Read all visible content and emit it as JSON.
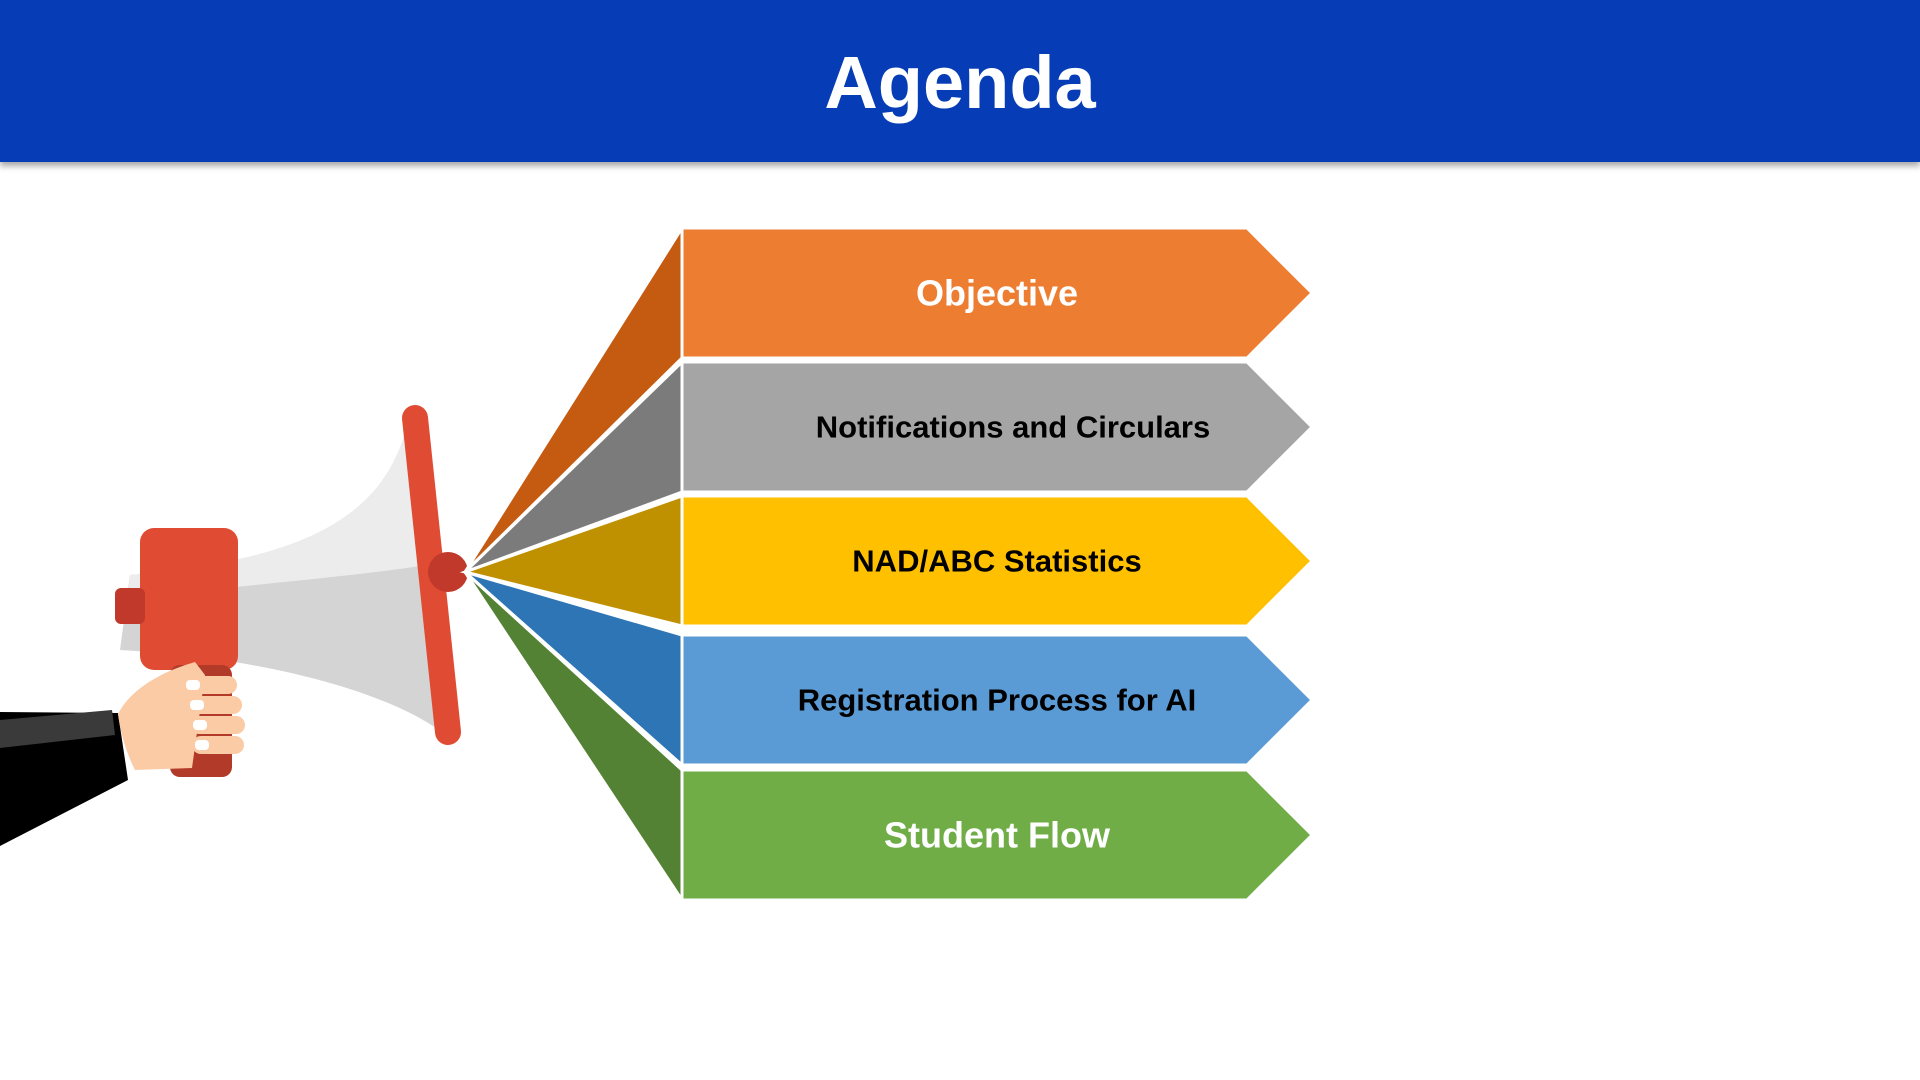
{
  "slide": {
    "title": "Agenda"
  },
  "agenda": {
    "items": [
      {
        "label": "Objective",
        "fill": "#ed7d31",
        "fold": "#c55a11",
        "text_color": "#ffffff"
      },
      {
        "label": "Notifications and Circulars",
        "fill": "#a5a5a5",
        "fold": "#7b7b7b",
        "text_color": "#000000"
      },
      {
        "label": "NAD/ABC Statistics",
        "fill": "#ffc000",
        "fold": "#bf9000",
        "text_color": "#000000"
      },
      {
        "label": "Registration Process for AI",
        "fill": "#5b9bd5",
        "fold": "#2e75b6",
        "text_color": "#000000"
      },
      {
        "label": "Student Flow",
        "fill": "#70ad47",
        "fold": "#548235",
        "text_color": "#ffffff"
      }
    ]
  },
  "colors": {
    "title_bar": "#063db6",
    "megaphone_red": "#e04b33",
    "megaphone_white": "#e8e8e8"
  },
  "icons": {
    "megaphone": "megaphone-icon",
    "hand": "hand-icon"
  }
}
